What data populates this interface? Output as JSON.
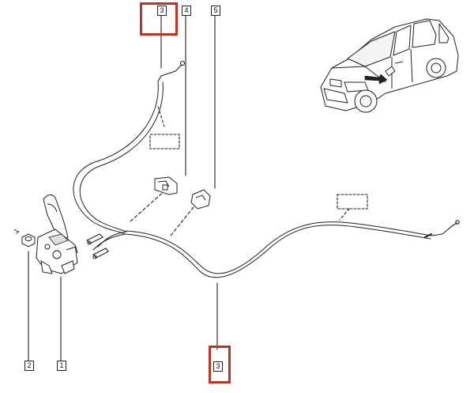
{
  "callouts": {
    "top_left": "3",
    "top_mid": "4",
    "top_right": "5",
    "bottom_1": "2",
    "bottom_2": "1",
    "bottom_3": "3"
  },
  "colors": {
    "highlight": "#b5372a",
    "line": "#222222"
  }
}
